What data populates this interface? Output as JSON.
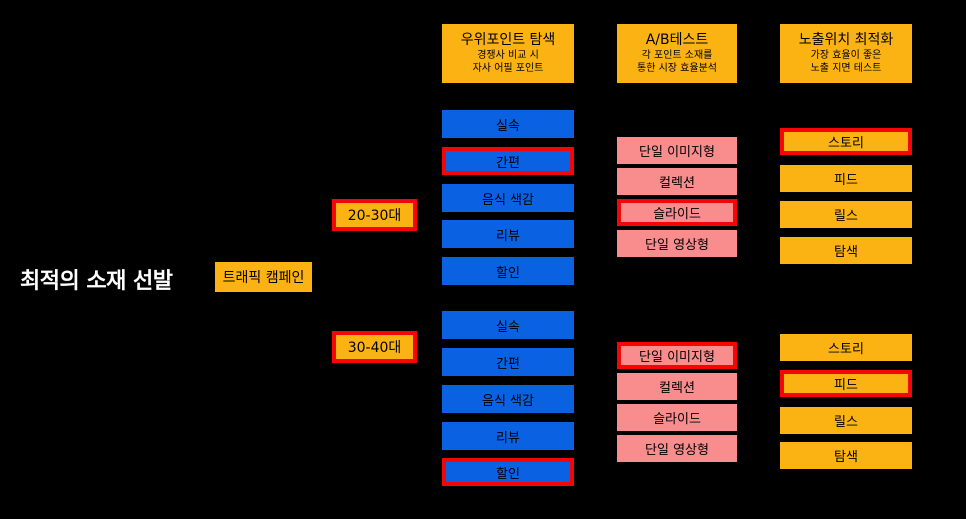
{
  "title": "최적의 소재 선발",
  "campaign": "트래픽 캠페인",
  "age_groups": [
    "20-30대",
    "30-40대"
  ],
  "headers": [
    {
      "title": "우위포인트 탐색",
      "sub1": "경쟁사 비교 시",
      "sub2": "자사 어필 포인트"
    },
    {
      "title": "A/B테스트",
      "sub1": "각 포인트 소재를",
      "sub2": "통한 시장 효율분석"
    },
    {
      "title": "노출위치 최적화",
      "sub1": "가장 효율이 좋은",
      "sub2": "노출 지면 테스트"
    }
  ],
  "groups": [
    {
      "points": [
        "실속",
        "간편",
        "음식 색감",
        "리뷰",
        "할인"
      ],
      "points_highlighted": [
        false,
        true,
        false,
        false,
        false
      ],
      "formats": [
        "단일 이미지형",
        "컬렉션",
        "슬라이드",
        "단일 영상형"
      ],
      "formats_highlighted": [
        false,
        false,
        true,
        false
      ],
      "placements": [
        "스토리",
        "피드",
        "릴스",
        "탐색"
      ],
      "placements_highlighted": [
        true,
        false,
        false,
        false
      ]
    },
    {
      "points": [
        "실속",
        "간편",
        "음식 색감",
        "리뷰",
        "할인"
      ],
      "points_highlighted": [
        false,
        false,
        false,
        false,
        true
      ],
      "formats": [
        "단일 이미지형",
        "컬렉션",
        "슬라이드",
        "단일 영상형"
      ],
      "formats_highlighted": [
        true,
        false,
        false,
        false
      ],
      "placements": [
        "스토리",
        "피드",
        "릴스",
        "탐색"
      ],
      "placements_highlighted": [
        false,
        true,
        false,
        false
      ]
    }
  ],
  "colors": {
    "background": "#000000",
    "gold": "#fbb313",
    "blue": "#0a62e3",
    "pink": "#f98d8d",
    "highlight_border": "#f40606",
    "title_text": "#ffffff"
  }
}
